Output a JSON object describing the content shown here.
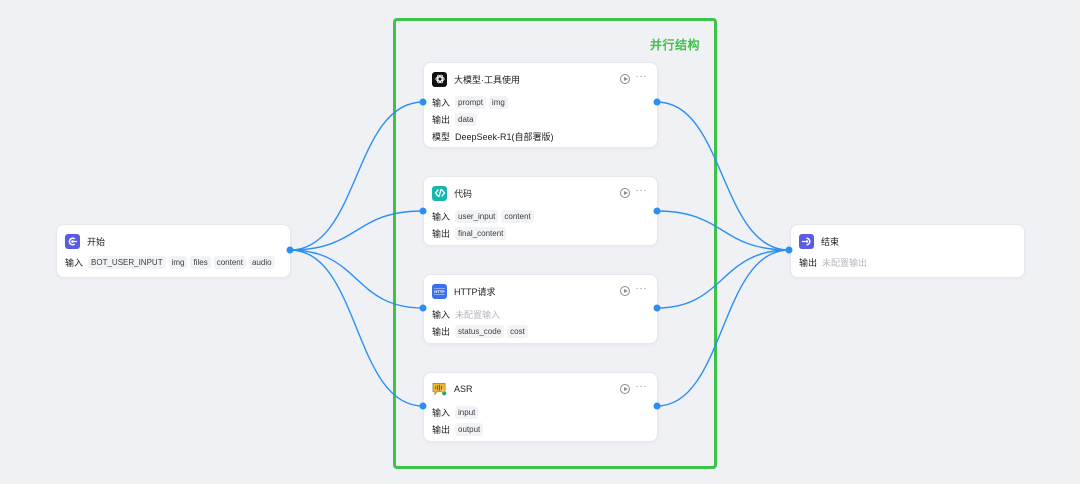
{
  "group": {
    "label": "并行结构",
    "border_color": "#3ec24a"
  },
  "labels": {
    "input": "输入",
    "output": "输出",
    "model": "模型"
  },
  "nodes": {
    "start": {
      "title": "开始",
      "icon": "start-icon",
      "inputs": [
        "BOT_USER_INPUT",
        "img",
        "files",
        "content",
        "audio"
      ]
    },
    "llm": {
      "title": "大模型·工具使用",
      "icon": "openai-icon",
      "inputs": [
        "prompt",
        "img"
      ],
      "outputs": [
        "data"
      ],
      "model": "DeepSeek-R1(自部署版)"
    },
    "code": {
      "title": "代码",
      "icon": "code-icon",
      "inputs": [
        "user_input",
        "content"
      ],
      "outputs": [
        "final_content"
      ]
    },
    "http": {
      "title": "HTTP请求",
      "icon": "http-icon",
      "input_placeholder": "未配置输入",
      "outputs": [
        "status_code",
        "cost"
      ]
    },
    "asr": {
      "title": "ASR",
      "icon": "asr-icon",
      "inputs": [
        "input"
      ],
      "outputs": [
        "output"
      ]
    },
    "end": {
      "title": "结束",
      "icon": "end-icon",
      "output_placeholder": "未配置输出"
    }
  },
  "colors": {
    "edge": "#2b8ff5",
    "start_icon_bg": "#5b5ce2",
    "end_icon_bg": "#5b5ce2",
    "code_icon_bg": "#1bb5b0",
    "http_icon_bg": "#3a6ff0",
    "asr_icon_bg": "#e9b93c",
    "llm_icon_bg": "#111111"
  }
}
